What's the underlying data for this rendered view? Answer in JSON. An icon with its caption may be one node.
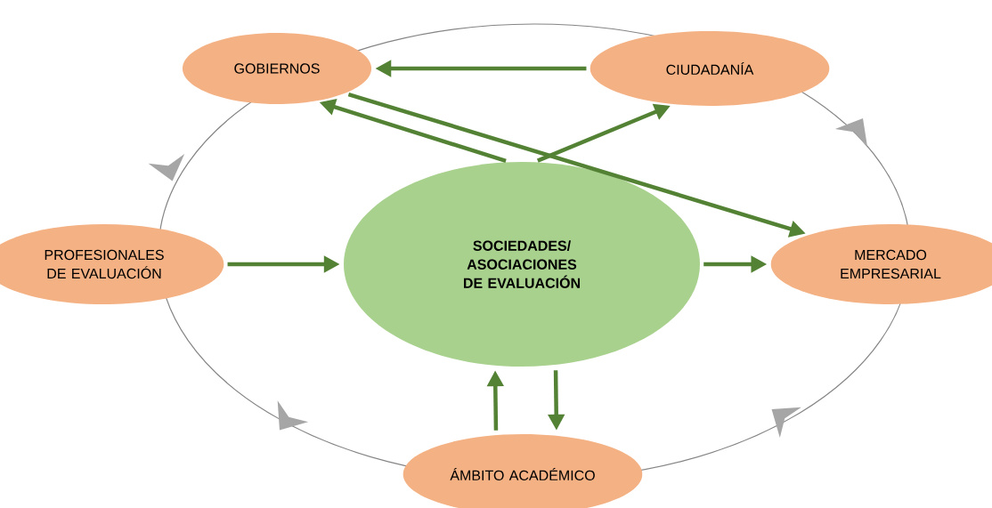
{
  "diagram": {
    "nodes": [
      {
        "text": [
          "GOBIERNOS"
        ]
      },
      {
        "text": [
          "CIUDADANÍA"
        ]
      },
      {
        "text": [
          "PROFESIONALES DE EVALUACIÓN"
        ]
      },
      {
        "text": [
          "SOCIEDADES/ ASOCIACIONES DE EVALUACIÓN"
        ]
      },
      {
        "text": [
          "MERCADO EMPRESARIAL"
        ]
      },
      {
        "text": [
          "ÁMBITO ACADÉMICO"
        ]
      }
    ],
    "edges": [
      {
        "from": 1,
        "to": 0,
        "arrow": "to"
      },
      {
        "from": 3,
        "to": 0,
        "arrow": "to"
      },
      {
        "from": 3,
        "to": 1,
        "arrow": "to"
      },
      {
        "from": 0,
        "to": 4,
        "arrow": "to"
      },
      {
        "from": 2,
        "to": 3,
        "arrow": "to"
      },
      {
        "from": 3,
        "to": 4,
        "arrow": "to"
      },
      {
        "from": 5,
        "to": 3,
        "arrow": "to"
      },
      {
        "from": 3,
        "to": 5,
        "arrow": "to"
      }
    ]
  }
}
